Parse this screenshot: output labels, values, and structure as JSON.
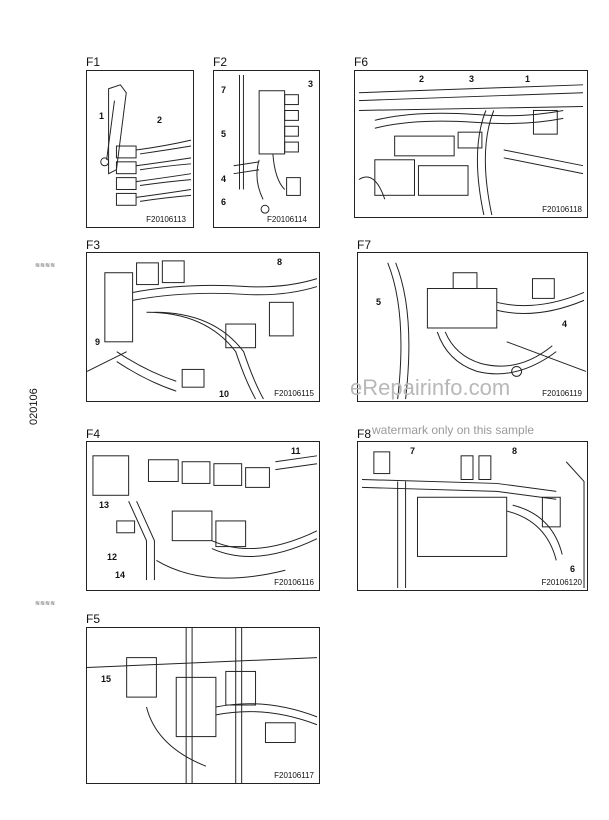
{
  "side_code": "020106",
  "margin_marks": [
    "≋≋≋≋",
    "≋≋≋≋"
  ],
  "watermark": {
    "logo": "eRepairinfo.com",
    "note": "watermark only on this sample"
  },
  "figures": {
    "f1": {
      "label": "F1",
      "code": "F20106113",
      "callouts": [
        "1",
        "2"
      ]
    },
    "f2": {
      "label": "F2",
      "code": "F20106114",
      "callouts": [
        "3",
        "7",
        "5",
        "4",
        "6"
      ]
    },
    "f6": {
      "label": "F6",
      "code": "F20106118",
      "callouts": [
        "2",
        "3",
        "1"
      ]
    },
    "f3": {
      "label": "F3",
      "code": "F20106115",
      "callouts": [
        "8",
        "9",
        "10"
      ]
    },
    "f7": {
      "label": "F7",
      "code": "F20106119",
      "callouts": [
        "5",
        "4"
      ]
    },
    "f4": {
      "label": "F4",
      "code": "F20106116",
      "callouts": [
        "11",
        "13",
        "12",
        "14"
      ]
    },
    "f8": {
      "label": "F8",
      "code": "F20106120",
      "callouts": [
        "7",
        "8",
        "6"
      ]
    },
    "f5": {
      "label": "F5",
      "code": "F20106117",
      "callouts": [
        "15"
      ]
    }
  }
}
